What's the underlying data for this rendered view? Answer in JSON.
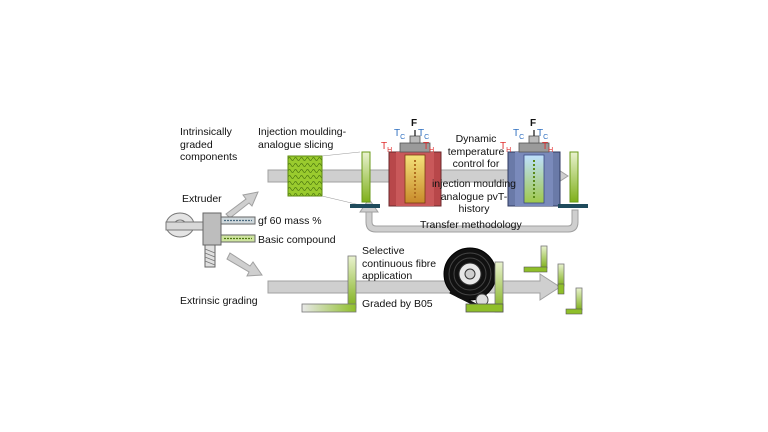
{
  "labels": {
    "intrinsic": "Intrinsically\ngraded\ncomponents",
    "extruder": "Extruder",
    "gf": "gf 60 mass %",
    "basic": "Basic compound",
    "extrinsic": "Extrinsic grading",
    "slicing": "Injection moulding-\nanalogue slicing",
    "dynamic": "Dynamic\ntemperature\ncontrol for",
    "injection_hist": "injection moulding\nanalogue pvT-\nhistory",
    "transfer": "Transfer methodology",
    "selective": "Selective\ncontinuous fibre\napplication",
    "graded": "Graded by B05"
  },
  "temps": {
    "force": "F",
    "tc": "T",
    "th": "T",
    "c_sub": "C",
    "h_sub": "H"
  },
  "colors": {
    "arrow_gray": "#c8c8c8",
    "arrow_stroke": "#9a9a9a",
    "mould_red": "#b8474a",
    "mould_blue": "#6a7aa8",
    "green_fibre": "#8fbf2a",
    "dark_teal": "#1f4b5c",
    "tc_blue": "#2f6fc0",
    "th_red": "#e03030"
  }
}
